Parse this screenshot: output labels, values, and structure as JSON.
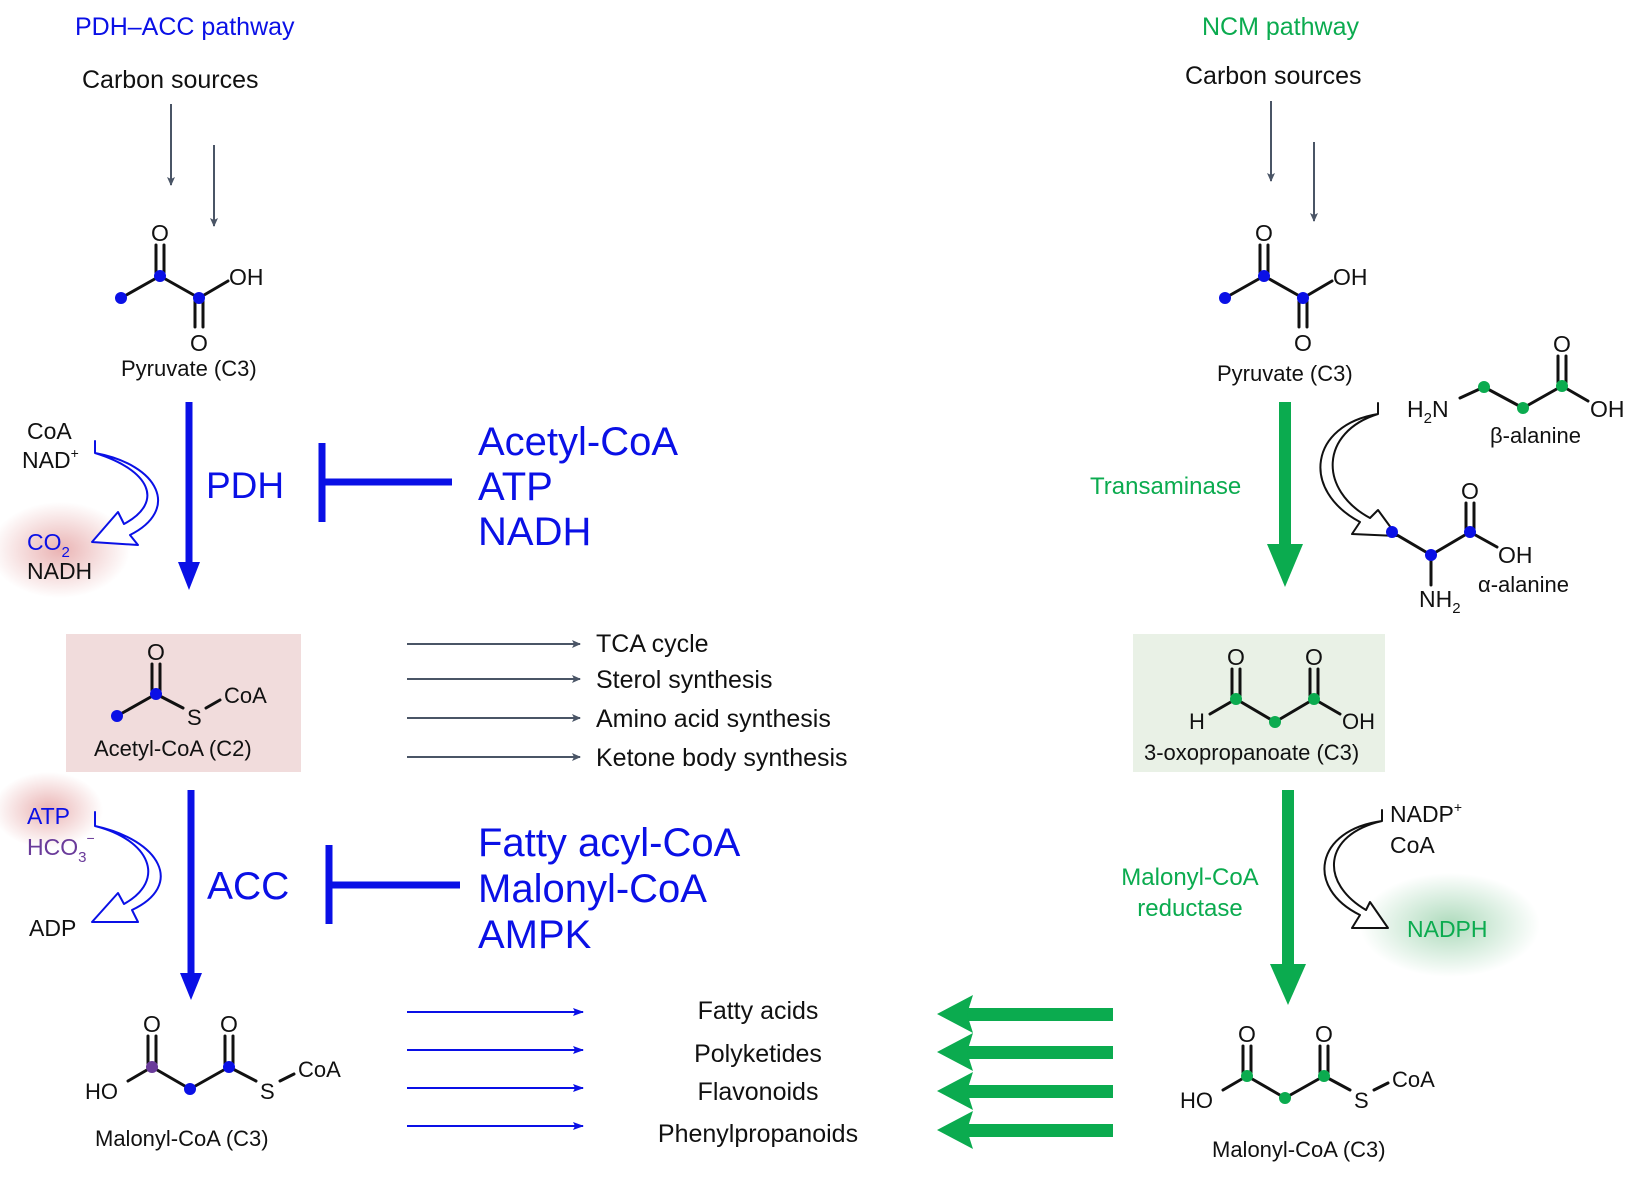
{
  "colors": {
    "pdh_blue": "#0a10e6",
    "ncm_green": "#0bab4f",
    "purple": "#6a3b9a",
    "acetyl_box": "#f1dcdc",
    "oxo_box": "#e9f1e6",
    "gray_arrow": "#4a5566"
  },
  "left": {
    "title": "PDH–ACC pathway",
    "carbon_sources": "Carbon sources",
    "pyruvate": {
      "O_top": "O",
      "OH": "OH",
      "O_bottom": "O",
      "label": "Pyruvate (C3)"
    },
    "pdh_step": {
      "enzyme": "PDH",
      "inputs": [
        "CoA",
        "NAD"
      ],
      "input_superscript": "+",
      "outputs_co2": "CO",
      "co2_subscript": "2",
      "outputs_nadh": "NADH",
      "inhibitors": [
        "Acetyl-CoA",
        "ATP",
        "NADH"
      ]
    },
    "acetyl_coa": {
      "O": "O",
      "S": "S",
      "CoA": "CoA",
      "label": "Acetyl-CoA (C2)"
    },
    "acetyl_fates": [
      "TCA cycle",
      "Sterol synthesis",
      "Amino acid synthesis",
      "Ketone body synthesis"
    ],
    "acc_step": {
      "enzyme": "ACC",
      "input_atp": "ATP",
      "input_hco3": "HCO",
      "hco3_subscript": "3",
      "hco3_superscript": "−",
      "output": "ADP",
      "inhibitors": [
        "Fatty acyl-CoA",
        "Malonyl-CoA",
        "AMPK"
      ]
    },
    "malonyl_coa": {
      "O1": "O",
      "O2": "O",
      "HO": "HO",
      "S": "S",
      "CoA": "CoA",
      "label": "Malonyl-CoA (C3)"
    }
  },
  "products": [
    "Fatty acids",
    "Polyketides",
    "Flavonoids",
    "Phenylpropanoids"
  ],
  "right": {
    "title": "NCM pathway",
    "carbon_sources": "Carbon sources",
    "pyruvate": {
      "O_top": "O",
      "OH": "OH",
      "O_bottom": "O",
      "label": "Pyruvate (C3)"
    },
    "transaminase_step": {
      "enzyme": "Transaminase",
      "beta_alanine": {
        "H2N": "H",
        "H2N_sub": "2",
        "H2N_N": "N",
        "O": "O",
        "OH": "OH",
        "label": "β-alanine"
      },
      "alpha_alanine": {
        "O": "O",
        "OH": "OH",
        "NH2": "NH",
        "NH2_sub": "2",
        "label": "α-alanine"
      }
    },
    "oxopropanoate": {
      "O1": "O",
      "O2": "O",
      "H": "H",
      "OH": "OH",
      "label": "3-oxopropanoate (C3)"
    },
    "mcr_step": {
      "enzyme_line1": "Malonyl-CoA",
      "enzyme_line2": "reductase",
      "input_nadp": "NADP",
      "nadp_superscript": "+",
      "input_coa": "CoA",
      "output": "NADPH"
    },
    "malonyl_coa": {
      "O1": "O",
      "O2": "O",
      "HO": "HO",
      "S": "S",
      "CoA": "CoA",
      "label": "Malonyl-CoA (C3)"
    }
  }
}
